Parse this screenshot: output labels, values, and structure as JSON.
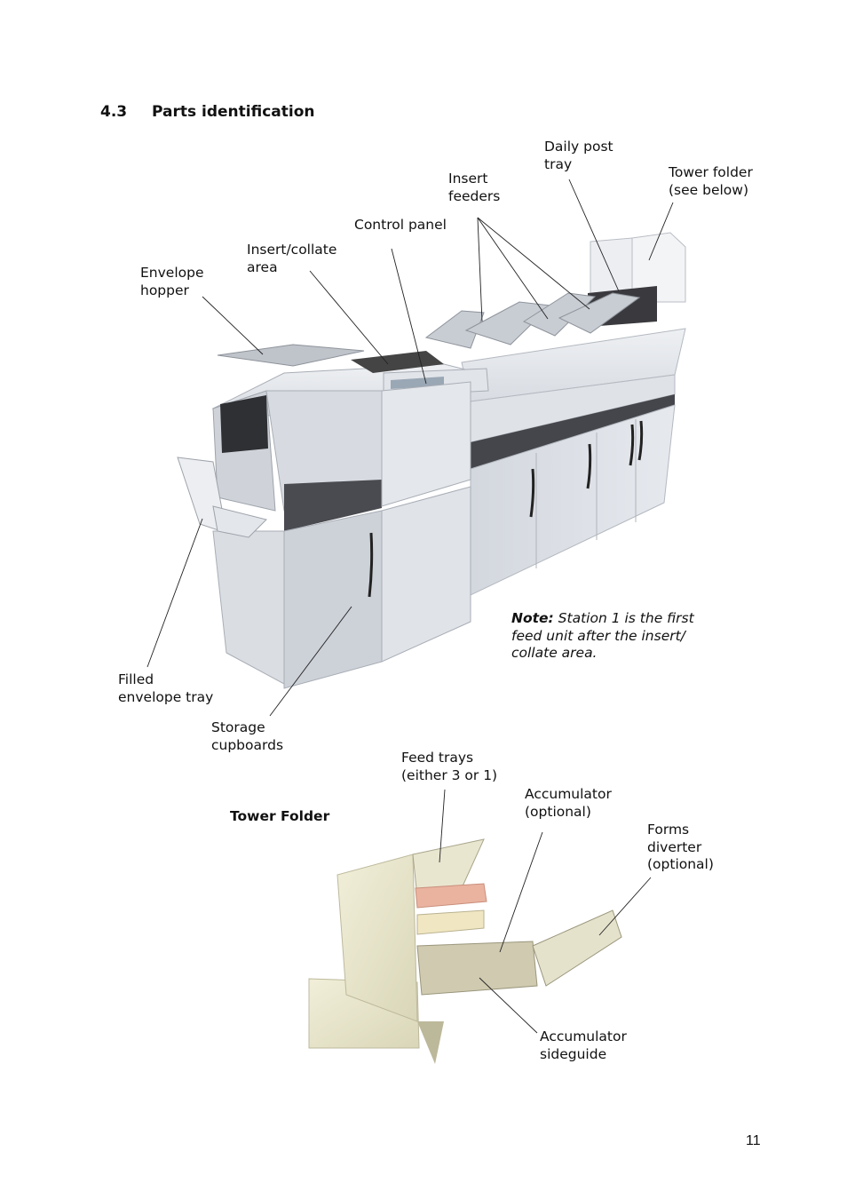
{
  "heading": {
    "number": "4.3",
    "title": "Parts identification"
  },
  "main_labels": {
    "daily_post_tray": [
      "Daily post",
      "tray"
    ],
    "tower_folder": [
      "Tower folder",
      "(see below)"
    ],
    "insert_feeders": [
      "Insert",
      "feeders"
    ],
    "control_panel": [
      "Control panel"
    ],
    "insert_collate": [
      "Insert/collate",
      "area"
    ],
    "envelope_hopper": [
      "Envelope",
      "hopper"
    ],
    "filled_envelope_tray": [
      "Filled",
      "envelope tray"
    ],
    "storage_cupboards": [
      "Storage",
      "cupboards"
    ]
  },
  "note": {
    "label": "Note:",
    "lines": [
      " Station 1 is the first",
      "feed unit after the insert/",
      "collate area."
    ]
  },
  "tower_section": {
    "title": "Tower Folder",
    "feed_trays": [
      "Feed trays",
      "(either 3 or 1)"
    ],
    "accumulator": [
      "Accumulator",
      "(optional)"
    ],
    "forms_diverter": [
      "Forms",
      "diverter",
      "(optional)"
    ],
    "accumulator_sideguide": [
      "Accumulator",
      "sideguide"
    ]
  },
  "page_number": "11"
}
